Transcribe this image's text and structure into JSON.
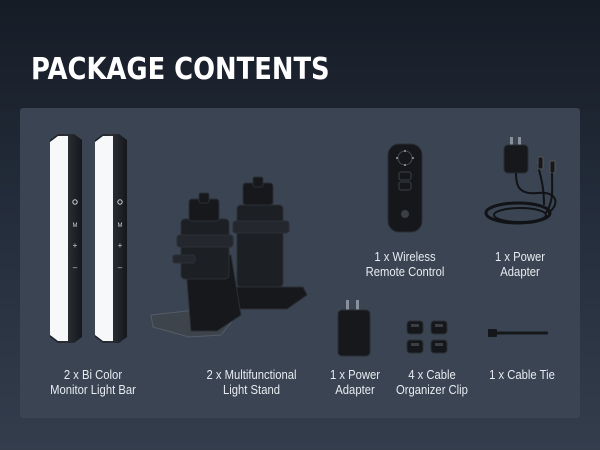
{
  "header": {
    "title": "PACKAGE CONTENTS"
  },
  "items": [
    {
      "label": "2 x Bi Color\nMonitor Light Bar",
      "icon": "light-bar-icon"
    },
    {
      "label": "2 x Multifunctional\nLight Stand",
      "icon": "light-stand-icon"
    },
    {
      "label": "1 x Wireless\nRemote Control",
      "icon": "remote-control-icon"
    },
    {
      "label": "1 x Power\nAdapter",
      "icon": "power-adapter-cable-icon"
    },
    {
      "label": "1 x Power\nAdapter",
      "icon": "power-adapter-icon"
    },
    {
      "label": "4 x Cable\nOrganizer Clip",
      "icon": "cable-clip-icon"
    },
    {
      "label": "1 x Cable Tie",
      "icon": "cable-tie-icon"
    }
  ],
  "colors": {
    "background_top": "#161c26",
    "panel": "#3a4452",
    "text": "#ffffff"
  }
}
